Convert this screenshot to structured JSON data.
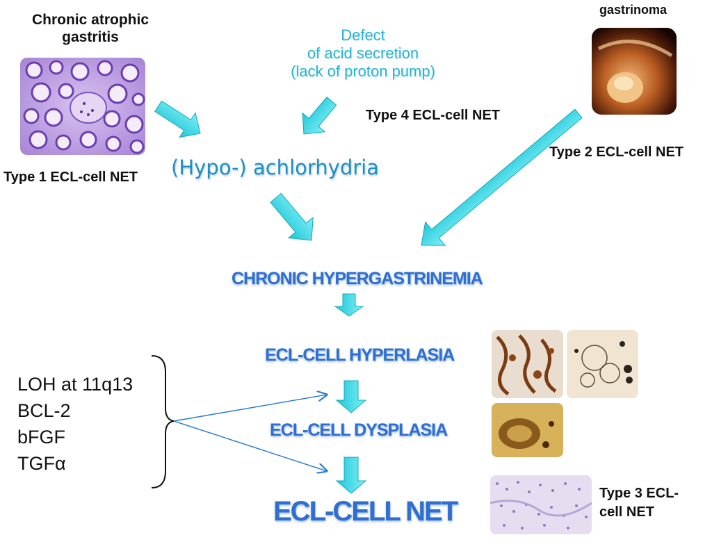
{
  "labels": {
    "chronic_atrophic_gastritis": [
      "Chronic atrophic",
      "gastritis"
    ],
    "gastrinoma": "gastrinoma",
    "defect": [
      "Defect",
      "of acid secretion",
      "(lack of proton pump)"
    ],
    "type4": "Type 4 ECL-cell NET",
    "type2": "Type 2 ECL-cell NET",
    "type1": "Type 1 ECL-cell NET",
    "hypo": "(Hypo-) achlorhydria",
    "hypergastrinemia": "CHRONIC HYPERGASTRINEMIA",
    "hyperplasia": "ECL-CELL HYPERLASIA",
    "dysplasia": "ECL-CELL DYSPLASIA",
    "net": "ECL-CELL NET",
    "type3": [
      "Type 3 ECL-",
      "cell NET"
    ]
  },
  "factors": [
    "LOH at 11q13",
    "BCL-2",
    "bFGF",
    "TGFα"
  ],
  "colors": {
    "arrow": "#35d6e4",
    "title_blue": "#2e6fcf",
    "defect_cyan": "#27b4d4",
    "connector": "#2f7fd0"
  }
}
